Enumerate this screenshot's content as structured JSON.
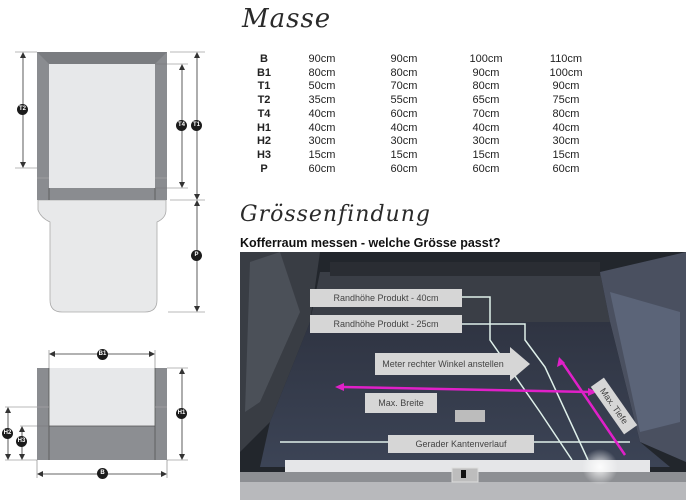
{
  "titles": {
    "masse": "Masse",
    "groessenfindung": "Grössenfindung",
    "subtitle": "Kofferraum messen - welche Grösse passt?"
  },
  "table": {
    "rows": [
      {
        "key": "B",
        "values": [
          "90cm",
          "90cm",
          "100cm",
          "110cm"
        ]
      },
      {
        "key": "B1",
        "values": [
          "80cm",
          "80cm",
          "90cm",
          "100cm"
        ]
      },
      {
        "key": "T1",
        "values": [
          "50cm",
          "70cm",
          "80cm",
          "90cm"
        ]
      },
      {
        "key": "T2",
        "values": [
          "35cm",
          "55cm",
          "65cm",
          "75cm"
        ]
      },
      {
        "key": "T4",
        "values": [
          "40cm",
          "60cm",
          "70cm",
          "80cm"
        ]
      },
      {
        "key": "H1",
        "values": [
          "40cm",
          "40cm",
          "40cm",
          "40cm"
        ]
      },
      {
        "key": "H2",
        "values": [
          "30cm",
          "30cm",
          "30cm",
          "30cm"
        ]
      },
      {
        "key": "H3",
        "values": [
          "15cm",
          "15cm",
          "15cm",
          "15cm"
        ]
      },
      {
        "key": "P",
        "values": [
          "60cm",
          "60cm",
          "60cm",
          "60cm"
        ]
      }
    ]
  },
  "diagram_top": {
    "badges": {
      "t2": "T2",
      "t4": "T4",
      "t1": "T1",
      "p": "P"
    }
  },
  "diagram_bottom": {
    "badges": {
      "b1": "B1",
      "b": "B",
      "h1": "H1",
      "h2": "H2",
      "h3": "H3"
    }
  },
  "photo": {
    "labels": {
      "rand40": "Randhöhe Produkt - 40cm",
      "rand25": "Randhöhe Produkt - 25cm",
      "winkel": "Meter rechter Winkel anstellen",
      "breite": "Max. Breite",
      "tiefe": "Max. Tiefe",
      "kante": "Gerader Kantenverlauf"
    },
    "colors": {
      "accent": "#e020c8",
      "guide": "#dff0ea",
      "label_bg": "#d6d6d6"
    }
  }
}
